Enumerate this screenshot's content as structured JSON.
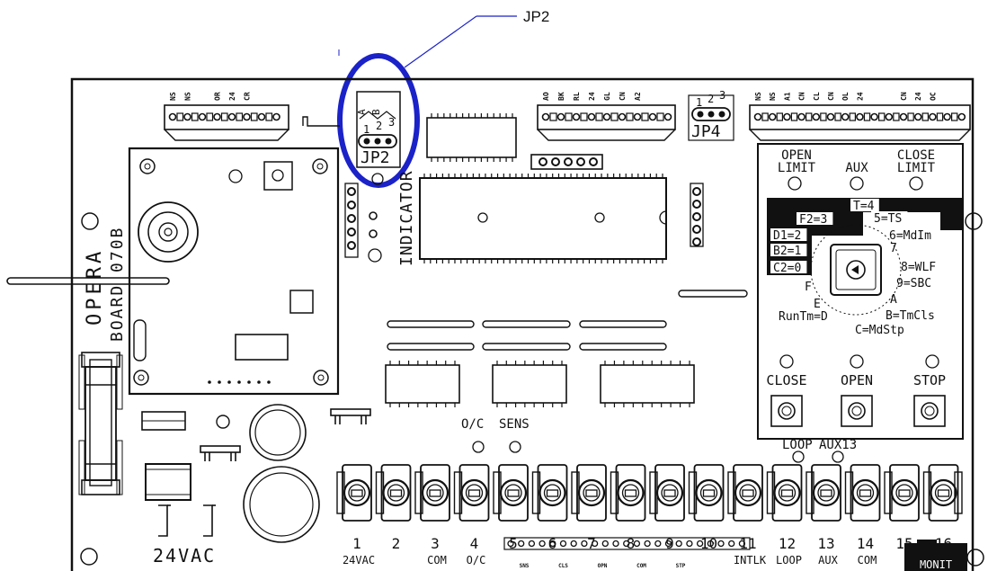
{
  "callout": {
    "label": "JP2",
    "color": "#1b22c8"
  },
  "board_name": "OPERA",
  "board_model": "BOARD 070B",
  "indicator_label": "INDICATOR",
  "jumpers": {
    "jp2": {
      "name": "JP2",
      "pins": [
        "1",
        "2",
        "3"
      ],
      "legend": [
        "A",
        "B"
      ]
    },
    "jp4": {
      "name": "JP4",
      "pins": [
        "1",
        "2",
        "3"
      ]
    }
  },
  "header_left_pins": [
    "NS",
    "NS",
    "",
    "OR",
    "24",
    "CR"
  ],
  "header_mid_pins": [
    "AO",
    "BK",
    "RL",
    "24",
    "GL",
    "CN",
    "A2"
  ],
  "header_right_pins": [
    "NS",
    "NS",
    "A1",
    "CN",
    "CL",
    "CN",
    "OL",
    "24",
    "",
    "",
    "CN",
    "24",
    "OC"
  ],
  "panel": {
    "top_labels": [
      "OPEN\nLIMIT",
      "AUX",
      "CLOSE\nLIMIT"
    ],
    "dial_black": [
      "T=4",
      "F2=3",
      "5=TS",
      "D1=2",
      "B2=1",
      "C2=0"
    ],
    "dial_text": [
      "6=MdIm",
      "7",
      "8=WLF",
      "9=SBC",
      "A",
      "B=TmCls",
      "C=MdStp",
      "RunTm=D",
      "E",
      "F"
    ],
    "buttons": [
      "CLOSE",
      "OPEN",
      "STOP"
    ]
  },
  "oc_label": "O/C",
  "sens_label": "SENS",
  "loop_label": "LOOP",
  "aux13_label": "AUX13",
  "vac_label": "24VAC",
  "terminals": [
    {
      "num": "1",
      "sub": "",
      "label": "24VAC"
    },
    {
      "num": "2",
      "sub": "",
      "label": ""
    },
    {
      "num": "3",
      "sub": "",
      "label": "COM"
    },
    {
      "num": "4",
      "sub": "",
      "label": "O/C"
    },
    {
      "num": "5",
      "sub": "SNS",
      "label": ""
    },
    {
      "num": "6",
      "sub": "CLS",
      "label": ""
    },
    {
      "num": "7",
      "sub": "OPN",
      "label": ""
    },
    {
      "num": "8",
      "sub": "COM",
      "label": ""
    },
    {
      "num": "9",
      "sub": "STP",
      "label": ""
    },
    {
      "num": "10",
      "sub": "",
      "label": ""
    },
    {
      "num": "11",
      "sub": "",
      "label": "INTLK"
    },
    {
      "num": "12",
      "sub": "",
      "label": "LOOP"
    },
    {
      "num": "13",
      "sub": "",
      "label": "AUX"
    },
    {
      "num": "14",
      "sub": "",
      "label": "COM"
    },
    {
      "num": "15",
      "sub": "",
      "label": ""
    },
    {
      "num": "16",
      "sub": "",
      "label": ""
    }
  ],
  "monit_label": "MONIT"
}
